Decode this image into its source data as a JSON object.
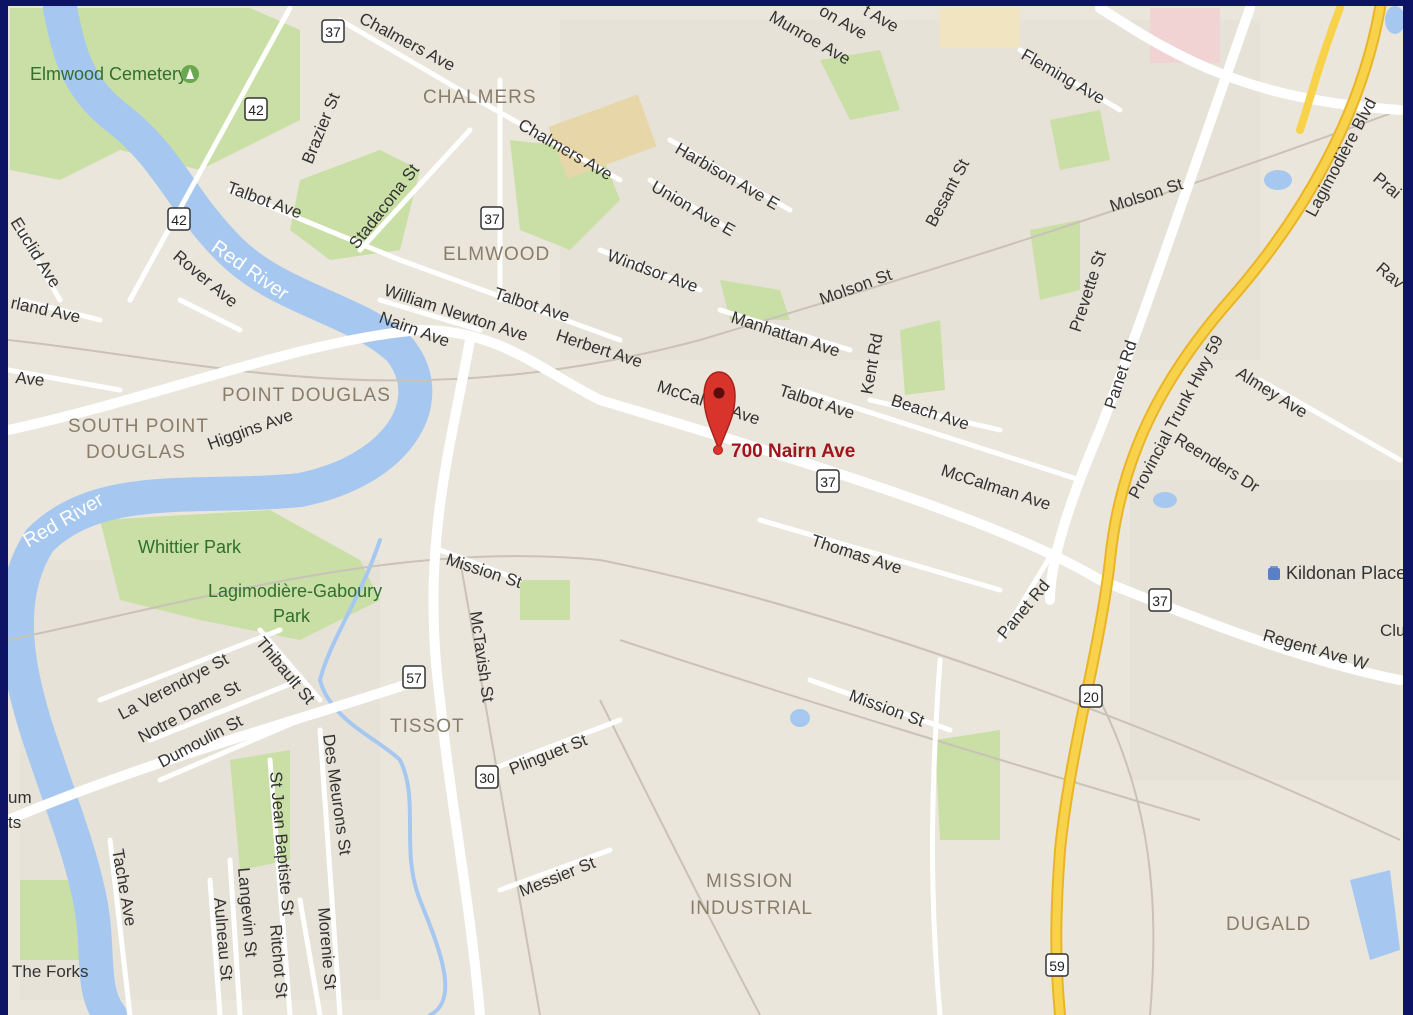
{
  "colors": {
    "frame": "#0d1466",
    "land": "#ebe6dc",
    "road": "#ffffff",
    "major_road": "#f9d24b",
    "water": "#4a90e2",
    "park": "#c9dfa5",
    "pin": "#d9342b"
  },
  "pin": {
    "label": "700 Nairn Ave",
    "icon": "map-pin-icon"
  },
  "poi": {
    "cemetery": "Elmwood Cemetery",
    "mall": "Kildonan Place"
  },
  "icons": {
    "cemetery": "cemetery-icon",
    "mall": "shopping-icon"
  },
  "neighborhoods": {
    "chalmers": "CHALMERS",
    "elmwood": "ELMWOOD",
    "point_douglas": "POINT DOUGLAS",
    "south_point_1": "SOUTH POINT",
    "south_point_2": "DOUGLAS",
    "tissot": "TISSOT",
    "mission_1": "MISSION",
    "mission_2": "INDUSTRIAL",
    "dugald": "DUGALD"
  },
  "parks": {
    "whittier": "Whittier Park",
    "lagimodiere_1": "Lagimodière-Gaboury",
    "lagimodiere_2": "Park"
  },
  "water": {
    "red_river_1": "Red River",
    "red_river_2": "Red River"
  },
  "shields": {
    "s37a": "37",
    "s42a": "42",
    "s42b": "42",
    "s37b": "37",
    "s37c": "37",
    "s37d": "37",
    "s57": "57",
    "s30": "30",
    "s20": "20",
    "s59": "59"
  },
  "streets": {
    "chalmers_ave_1": "Chalmers Ave",
    "munroe": "Munroe Ave",
    "on_ave": "on Ave",
    "t_ave": "t Ave",
    "fleming": "Fleming Ave",
    "brazier": "Brazier St",
    "chalmers_ave_2": "Chalmers Ave",
    "harbison": "Harbison Ave E",
    "union": "Union Ave E",
    "besant": "Besant St",
    "molson_1": "Molson St",
    "talbot_1": "Talbot Ave",
    "stadacona": "Stadacona St",
    "euclid": "Euclid Ave",
    "rover": "Rover Ave",
    "windsor": "Windsor Ave",
    "molson_2": "Molson St",
    "erland": "rland Ave",
    "william_newton": "William Newton Ave",
    "talbot_2": "Talbot Ave",
    "nairn": "Nairn Ave",
    "herbert": "Herbert Ave",
    "manhattan": "Manhattan Ave",
    "kent": "Kent Rd",
    "prevette": "Prevette St",
    "panet_1": "Panet Rd",
    "ave_w": "Ave",
    "mccalman_1a": "McCal",
    "mccalman_1b": "Ave",
    "talbot_3": "Talbot Ave",
    "beach": "Beach Ave",
    "higgins": "Higgins Ave",
    "mccalman_2": "McCalman Ave",
    "thomas": "Thomas Ave",
    "almey": "Almey Ave",
    "reenders": "Reenders Dr",
    "ptw59": "Provincial Trunk Hwy 59",
    "lagimodiere_blvd": "Lagimodière Blvd",
    "prai": "Prai",
    "rav": "Rav",
    "mission_1": "Mission St",
    "panet_2": "Panet Rd",
    "regent": "Regent Ave W",
    "clu": "Clu",
    "mctavish": "McTavish St",
    "thibault": "Thibault St",
    "la_verendrye": "La Verendrye St",
    "notre_dame": "Notre Dame St",
    "dumoulin": "Dumoulin St",
    "des_meurons": "Des Meurons St",
    "mission_2": "Mission St",
    "plinguet": "Plinguet St",
    "st_jean": "St Jean Baptiste St",
    "messier": "Messier St",
    "tache": "Tache Ave",
    "langevin": "Langevin St",
    "aulneau": "Aulneau St",
    "ritchot": "Ritchot St",
    "morenie": "Morenie St",
    "the_forks": "The Forks",
    "um": "um",
    "ts": "ts"
  }
}
